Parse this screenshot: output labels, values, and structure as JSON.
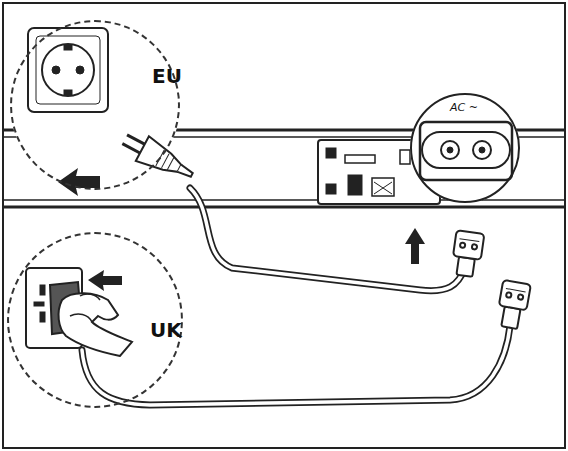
{
  "diagram": {
    "nodes": [
      {
        "text": [
          "EU"
        ]
      },
      {
        "text": [
          "AC ~"
        ]
      },
      {
        "text": [
          "UK"
        ]
      }
    ]
  }
}
